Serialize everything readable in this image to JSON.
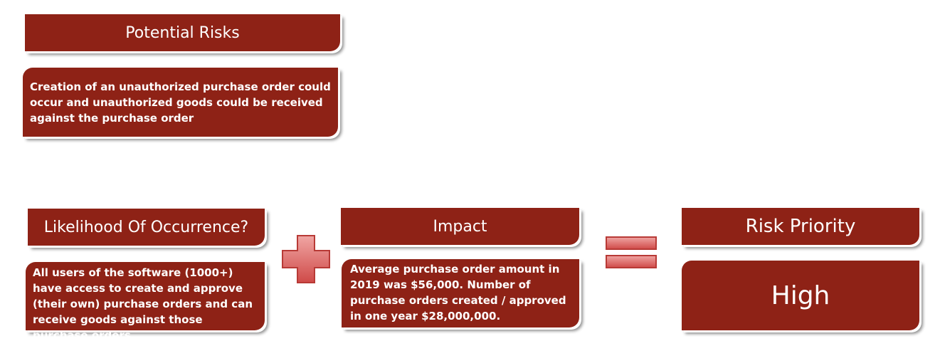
{
  "potential_risks": {
    "title": "Potential Risks",
    "description": "Creation of an unauthorized purchase order could occur and unauthorized goods could be received against the purchase order"
  },
  "likelihood": {
    "title": "Likelihood Of Occurrence?",
    "description": "All users of the software (1000+) have access to create and approve (their own) purchase orders and can receive goods against those purchase orders"
  },
  "impact": {
    "title": "Impact",
    "description": "Average purchase order amount in 2019 was $56,000. Number of purchase orders created / approved in one year $28,000,000."
  },
  "risk_priority": {
    "title": "Risk Priority",
    "value": "High"
  },
  "operators": {
    "plus_icon": "plus-icon",
    "equals_icon": "equals-icon"
  },
  "colors": {
    "box_fill": "#8e2216",
    "operator_fill": "#d9595a",
    "operator_stroke": "#b83a36"
  }
}
